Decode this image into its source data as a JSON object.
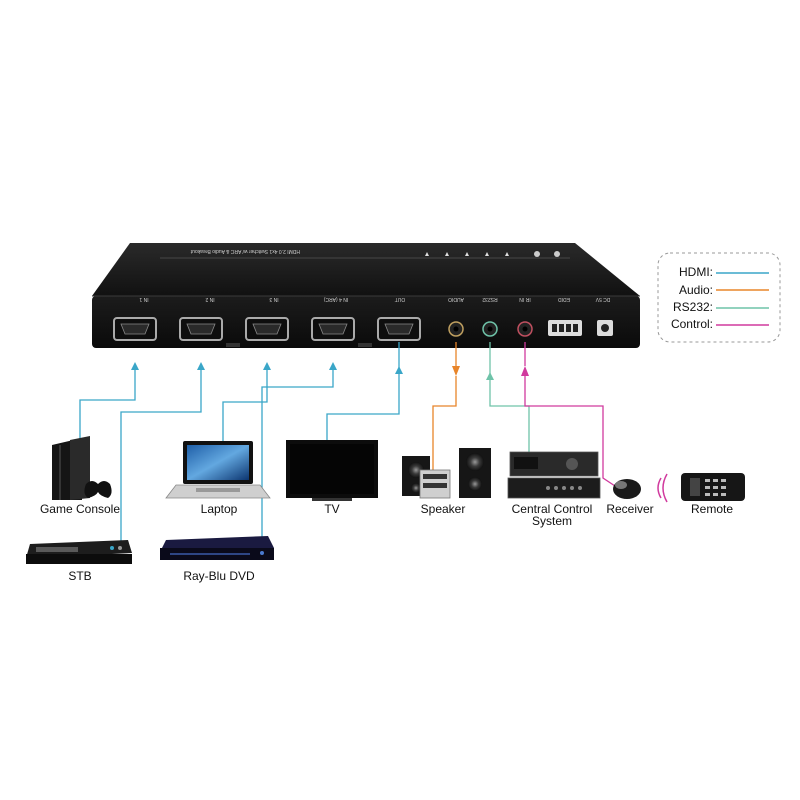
{
  "device": {
    "panel_title": "HDMI 2.0 4x1 Switcher w/ ARC & Audio Breakout",
    "ports": [
      "IN 1",
      "IN 2",
      "IN 3",
      "IN 4 (ARC)",
      "OUT",
      "AUDIO",
      "RS232",
      "IR IN",
      "EDID",
      "DC 5V"
    ]
  },
  "legend": {
    "items": [
      {
        "label": "HDMI:",
        "color": "#3aa6c8"
      },
      {
        "label": "Audio:",
        "color": "#e8852a"
      },
      {
        "label": "RS232:",
        "color": "#6fc3a9"
      },
      {
        "label": "Control:",
        "color": "#d13a9e"
      }
    ]
  },
  "devices": {
    "game_console": "Game Console",
    "laptop": "Laptop",
    "tv": "TV",
    "speaker": "Speaker",
    "central_control_line1": "Central Control",
    "central_control_line2": "System",
    "receiver": "Receiver",
    "remote": "Remote",
    "stb": "STB",
    "bluray": "Ray-Blu DVD"
  }
}
